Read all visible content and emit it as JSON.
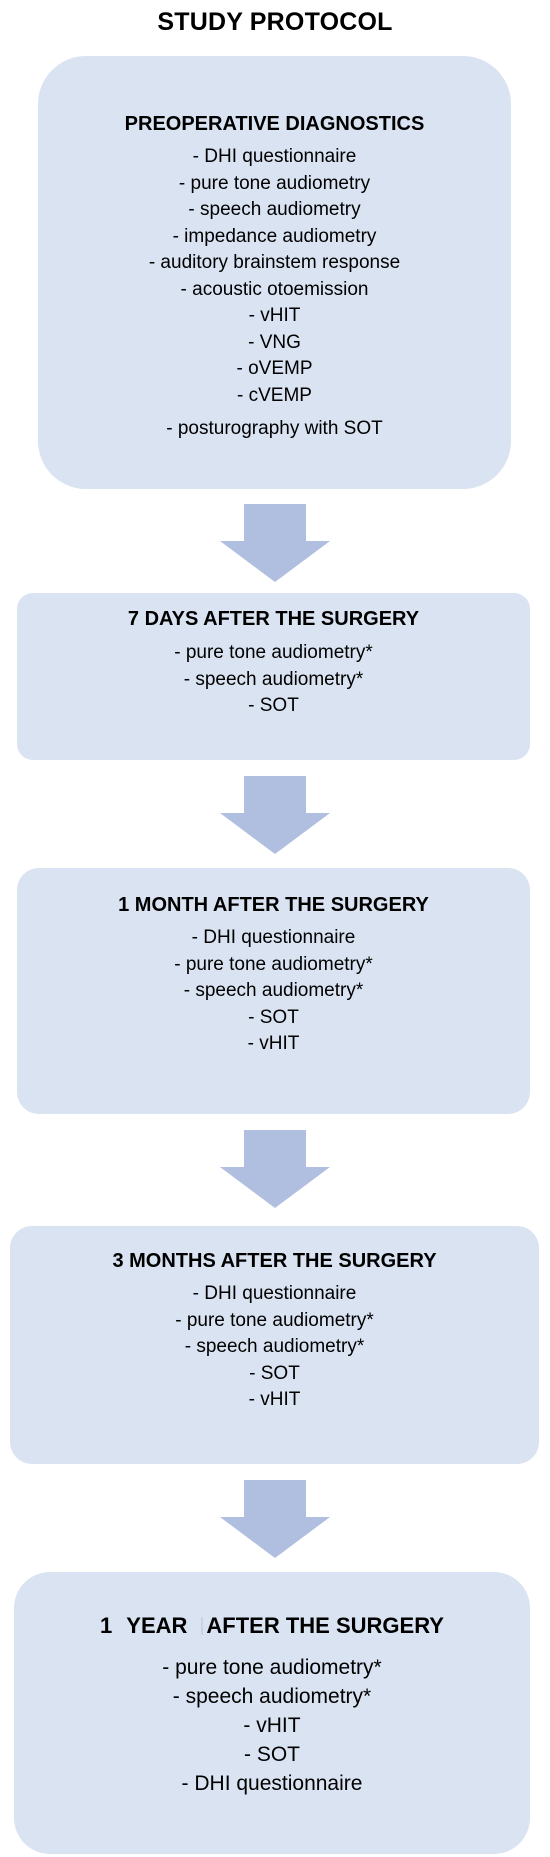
{
  "title": "STUDY PROTOCOL",
  "colors": {
    "box_fill": "#dae3f2",
    "arrow_fill": "#b0bee0"
  },
  "stages": {
    "preop": {
      "heading": "PREOPERATIVE DIAGNOSTICS",
      "items": [
        "- DHI questionnaire",
        "- pure tone audiometry",
        "- speech audiometry",
        "- impedance audiometry",
        "- auditory brainstem response",
        "- acoustic otoemission",
        "- vHIT",
        "- VNG",
        "- oVEMP",
        "- cVEMP",
        "- posturography with SOT"
      ]
    },
    "day7": {
      "heading": "7 DAYS AFTER THE SURGERY",
      "items": [
        "- pure tone audiometry*",
        "- speech audiometry*",
        "- SOT"
      ]
    },
    "month1": {
      "heading": "1 MONTH AFTER THE SURGERY",
      "items": [
        "- DHI questionnaire",
        "- pure tone audiometry*",
        "- speech audiometry*",
        "- SOT",
        "- vHIT"
      ]
    },
    "month3": {
      "heading": "3 MONTHS AFTER THE SURGERY",
      "items": [
        "- DHI questionnaire",
        "- pure tone audiometry*",
        "- speech audiometry*",
        "- SOT",
        "- vHIT"
      ]
    },
    "year1": {
      "heading_number": "1",
      "heading_unit": "YEAR",
      "heading_rest": "AFTER THE SURGERY",
      "items": [
        "- pure tone audiometry*",
        "- speech audiometry*",
        "- vHIT",
        "- SOT",
        "- DHI questionnaire"
      ]
    }
  }
}
